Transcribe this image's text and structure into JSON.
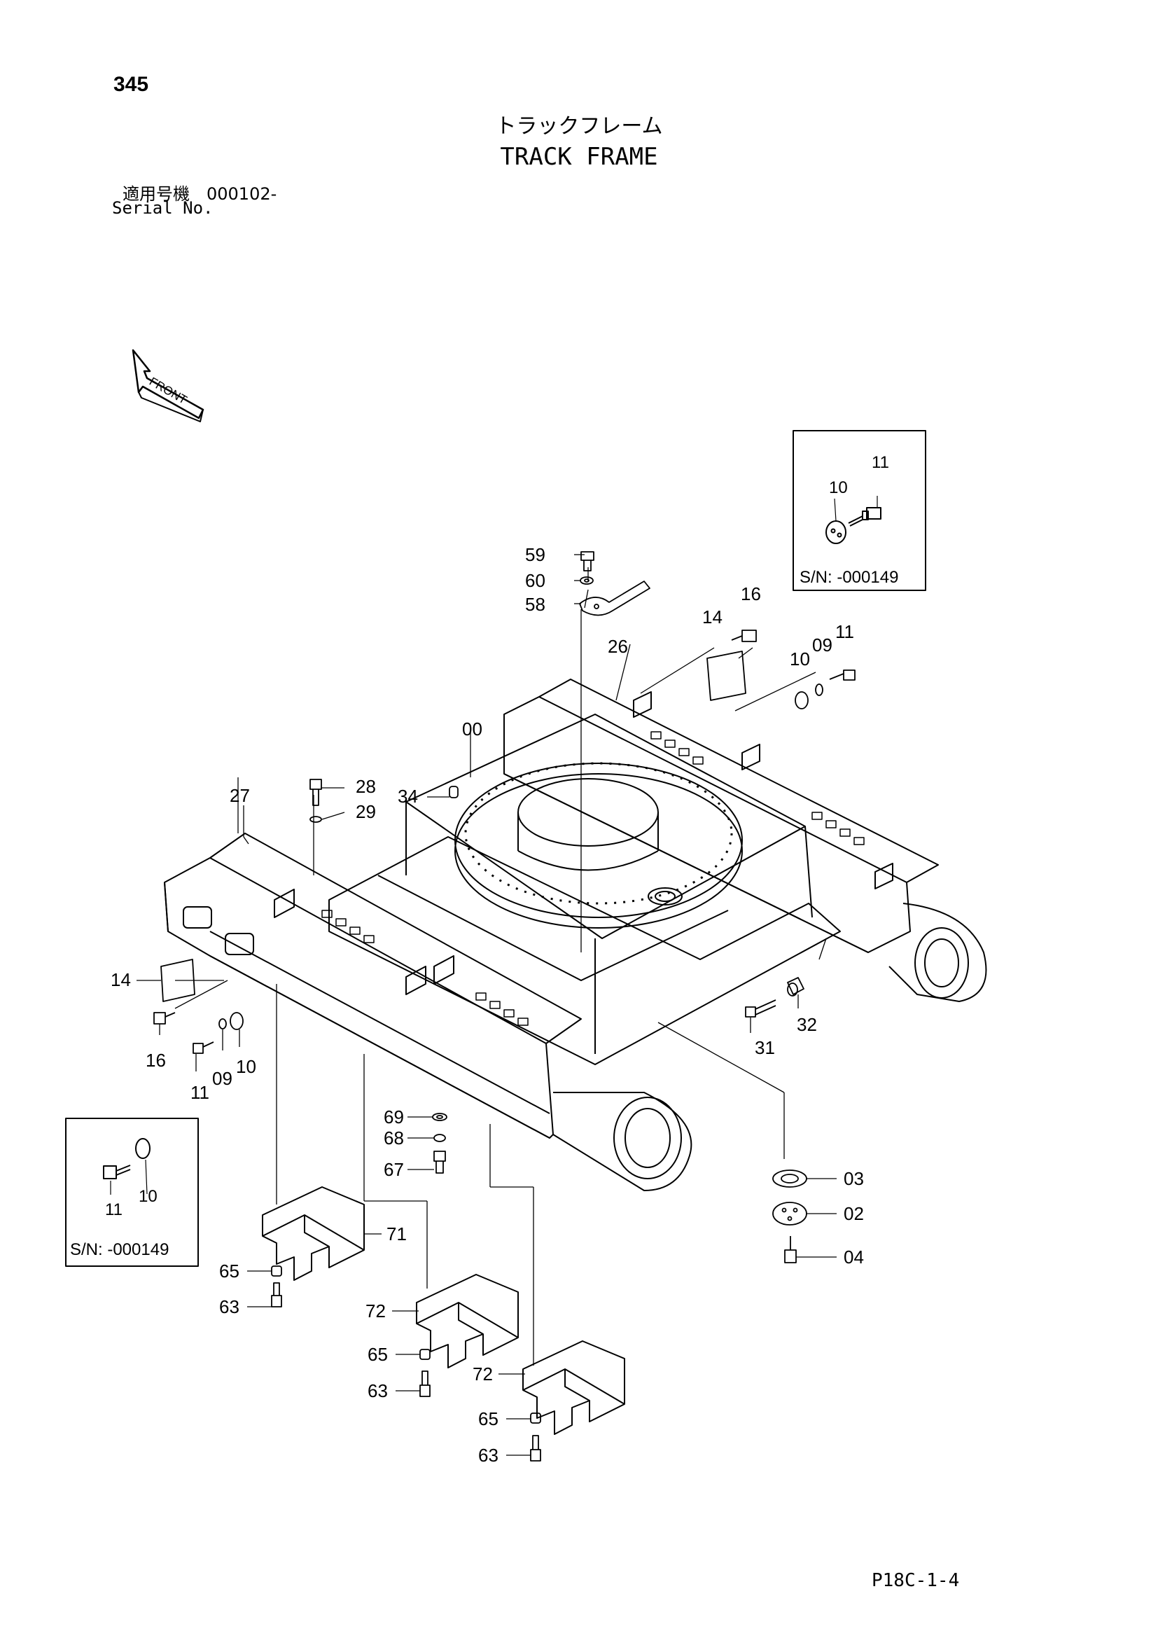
{
  "header": {
    "page_number": "345",
    "title_jp": "トラックフレーム",
    "title_en": "TRACK FRAME",
    "serial_label_jp": "適用号機　000102-",
    "serial_label_en": "Serial No."
  },
  "front_arrow": {
    "label": "FRONT"
  },
  "insets": [
    {
      "serial": "S/N: -000149",
      "part_labels": [
        "10",
        "11"
      ]
    },
    {
      "serial": "S/N: -000149",
      "part_labels": [
        "11",
        "10"
      ]
    }
  ],
  "callouts": {
    "c00": "00",
    "c02": "02",
    "c03": "03",
    "c04": "04",
    "c09a": "09",
    "c09b": "09",
    "c10a": "10",
    "c10b": "10",
    "c11a": "11",
    "c11b": "11",
    "c14a": "14",
    "c14b": "14",
    "c16a": "16",
    "c16b": "16",
    "c26": "26",
    "c27": "27",
    "c28": "28",
    "c29": "29",
    "c31": "31",
    "c32": "32",
    "c34": "34",
    "c58": "58",
    "c59": "59",
    "c60": "60",
    "c63a": "63",
    "c63b": "63",
    "c63c": "63",
    "c65a": "65",
    "c65b": "65",
    "c65c": "65",
    "c67": "67",
    "c68": "68",
    "c69": "69",
    "c71": "71",
    "c72a": "72",
    "c72b": "72"
  },
  "footer": {
    "code": "P18C-1-4"
  }
}
